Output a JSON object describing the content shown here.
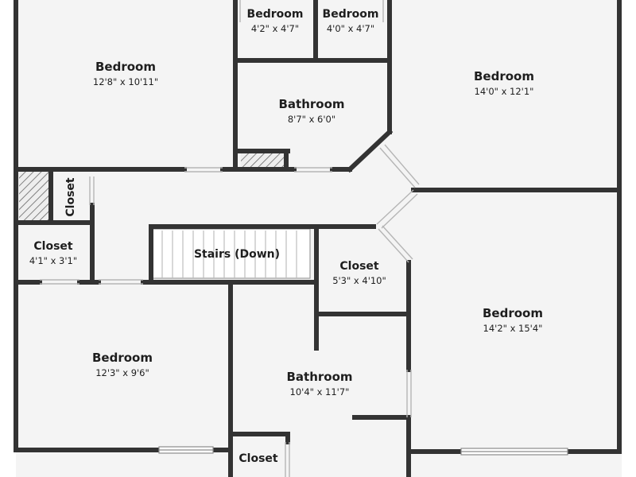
{
  "colors": {
    "wall": "#333333",
    "floor": "#f4f4f4",
    "background": "#ffffff",
    "hatch": "#666666"
  },
  "rooms": {
    "bedroom_top_left": {
      "name": "Bedroom",
      "dims": "12'8\" x 10'11\""
    },
    "bedroom_small_a": {
      "name": "Bedroom",
      "dims": "4'2\" x 4'7\""
    },
    "bedroom_small_b": {
      "name": "Bedroom",
      "dims": "4'0\" x 4'7\""
    },
    "bedroom_top_right": {
      "name": "Bedroom",
      "dims": "14'0\" x 12'1\""
    },
    "bathroom_upper": {
      "name": "Bathroom",
      "dims": "8'7\" x 6'0\""
    },
    "closet_vertical": {
      "name": "Closet"
    },
    "closet_left": {
      "name": "Closet",
      "dims": "4'1\" x 3'1\""
    },
    "stairs": {
      "name": "Stairs (Down)"
    },
    "closet_center": {
      "name": "Closet",
      "dims": "5'3\" x 4'10\""
    },
    "bedroom_right": {
      "name": "Bedroom",
      "dims": "14'2\" x 15'4\""
    },
    "bedroom_bottom_left": {
      "name": "Bedroom",
      "dims": "12'3\" x 9'6\""
    },
    "bathroom_lower": {
      "name": "Bathroom",
      "dims": "10'4\" x 11'7\""
    },
    "closet_bottom": {
      "name": "Closet"
    }
  }
}
